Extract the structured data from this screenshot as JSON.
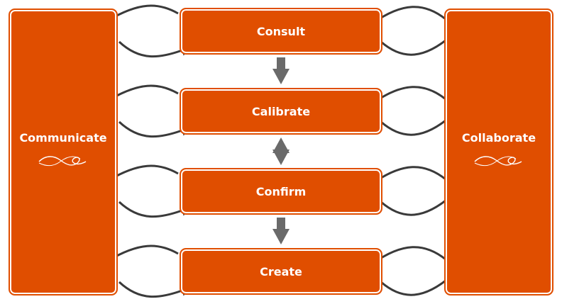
{
  "colors": {
    "box_fill": "#e04e00",
    "box_inner_border": "#ffffff",
    "arrow": "#3a3a3a",
    "connector": "#6a6a6a",
    "text": "#ffffff"
  },
  "left_panel": {
    "label": "Communicate",
    "ornament": "flourish-icon"
  },
  "right_panel": {
    "label": "Collaborate",
    "ornament": "flourish-icon"
  },
  "steps": [
    {
      "label": "Consult"
    },
    {
      "label": "Calibrate"
    },
    {
      "label": "Confirm"
    },
    {
      "label": "Create"
    }
  ],
  "connectors": [
    {
      "from": "Consult",
      "to": "Calibrate",
      "direction": "down"
    },
    {
      "from": "Calibrate",
      "to": "Confirm",
      "direction": "both"
    },
    {
      "from": "Confirm",
      "to": "Create",
      "direction": "down"
    }
  ]
}
